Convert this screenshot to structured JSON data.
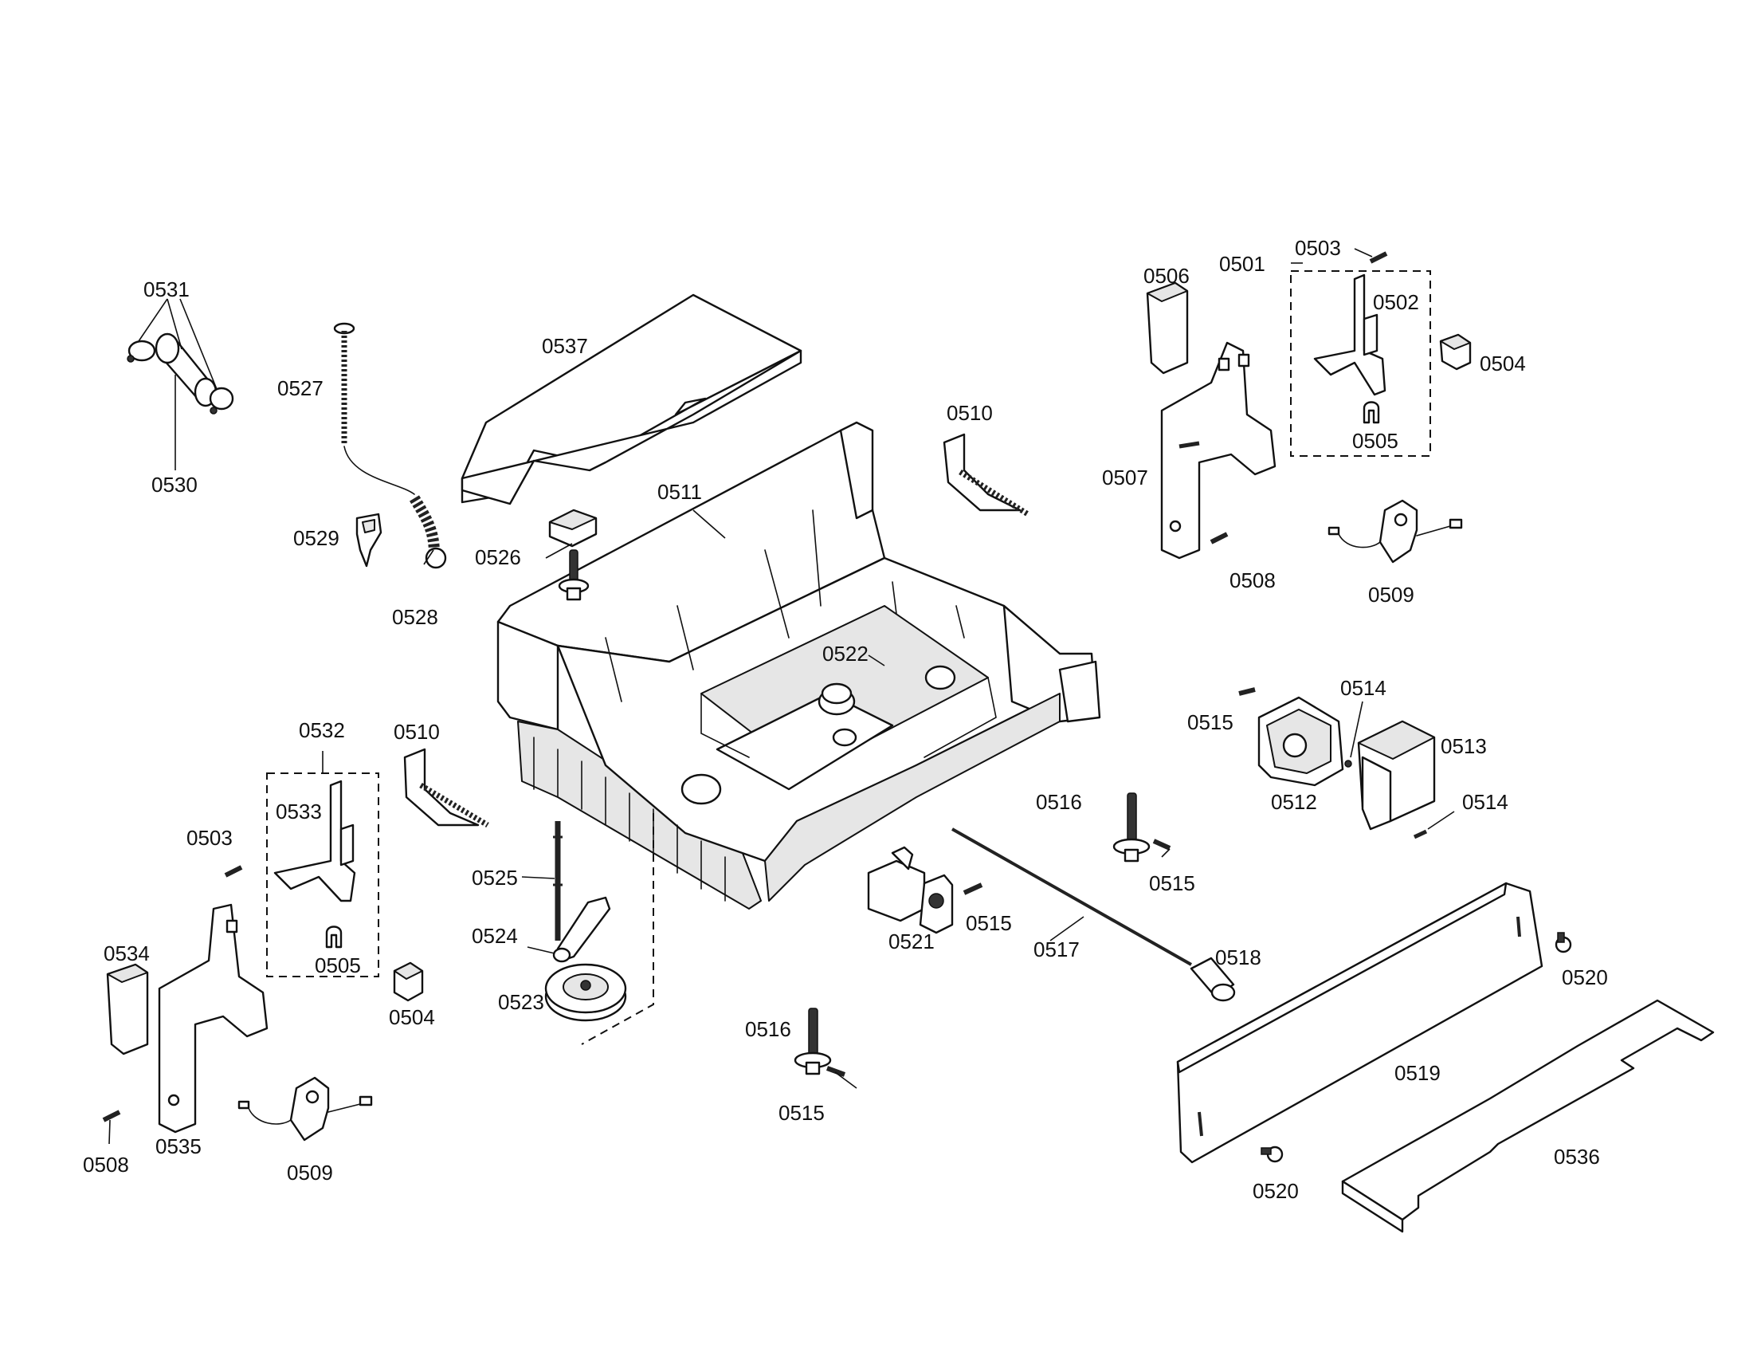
{
  "labels": {
    "l0501": "0501",
    "l0502": "0502",
    "l0503a": "0503",
    "l0503b": "0503",
    "l0504a": "0504",
    "l0504b": "0504",
    "l0505a": "0505",
    "l0505b": "0505",
    "l0506": "0506",
    "l0507": "0507",
    "l0508a": "0508",
    "l0508b": "0508",
    "l0509a": "0509",
    "l0509b": "0509",
    "l0510a": "0510",
    "l0510b": "0510",
    "l0511": "0511",
    "l0512": "0512",
    "l0513": "0513",
    "l0514a": "0514",
    "l0514b": "0514",
    "l0515a": "0515",
    "l0515b": "0515",
    "l0515c": "0515",
    "l0515d": "0515",
    "l0516a": "0516",
    "l0516b": "0516",
    "l0517": "0517",
    "l0518": "0518",
    "l0519": "0519",
    "l0520a": "0520",
    "l0520b": "0520",
    "l0521": "0521",
    "l0522": "0522",
    "l0523": "0523",
    "l0524": "0524",
    "l0525": "0525",
    "l0526": "0526",
    "l0527": "0527",
    "l0528": "0528",
    "l0529": "0529",
    "l0530": "0530",
    "l0531": "0531",
    "l0532": "0532",
    "l0533": "0533",
    "l0534": "0534",
    "l0535": "0535",
    "l0536": "0536",
    "l0537": "0537"
  }
}
